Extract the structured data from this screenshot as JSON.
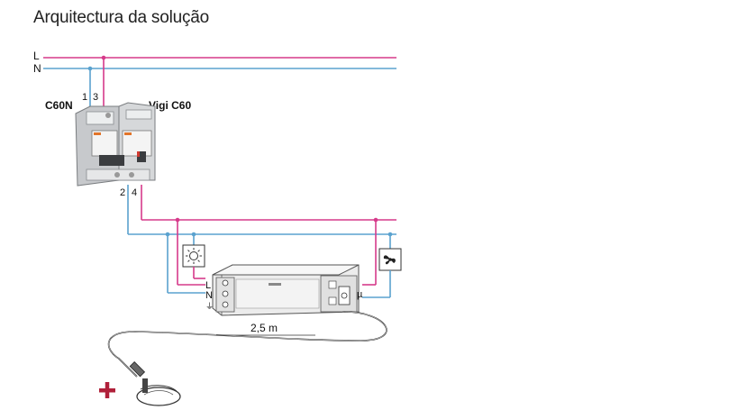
{
  "title": "Arquitectura da solução",
  "lines": {
    "live": "L",
    "neutral": "N"
  },
  "breaker": {
    "name": "C60N",
    "terminal_top_1": "1",
    "terminal_top_3": "3",
    "terminal_bottom_2": "2",
    "terminal_bottom_4": "4"
  },
  "rcd": {
    "name": "Vigi C60"
  },
  "module": {
    "terminal_L": "L",
    "terminal_N": "N",
    "terminal_earth": "⏚",
    "terminal_mu": "µ"
  },
  "cable_length": "2,5 m",
  "colors": {
    "live": "#d63a8a",
    "neutral": "#5aa2cf",
    "plus": "#b0203a"
  },
  "icons": [
    "lamp-icon",
    "fan-icon",
    "plus-icon"
  ]
}
